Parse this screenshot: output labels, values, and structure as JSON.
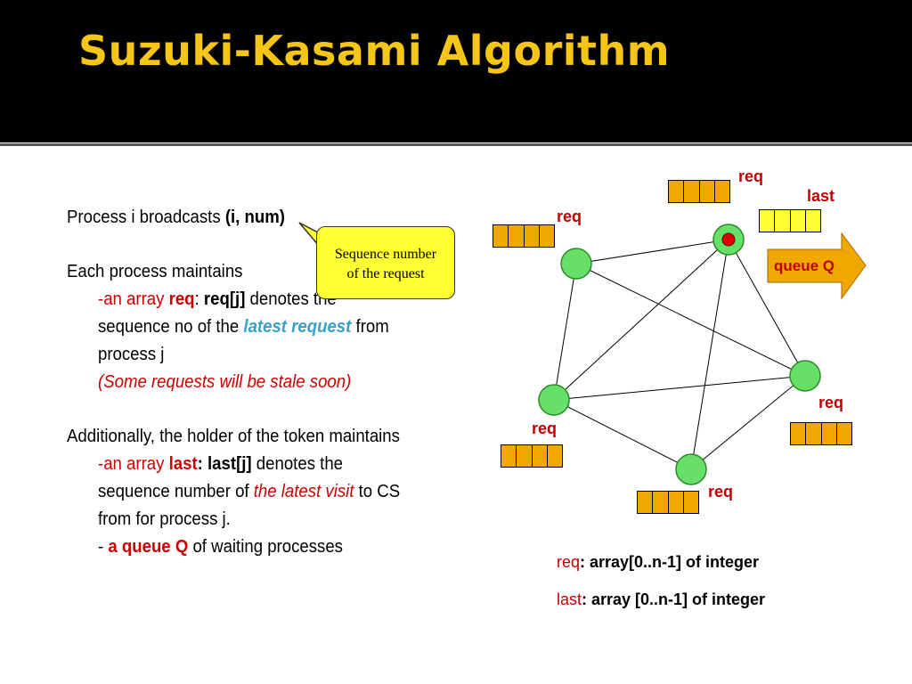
{
  "title": "Suzuki-Kasami Algorithm",
  "body": {
    "line1_a": "Process i broadcasts ",
    "line1_b": "(i, num)",
    "line2": "Each process maintains",
    "line3_a": "-an array ",
    "line3_b": "req",
    "line3_c": ": ",
    "line3_d": "req[j]",
    "line3_e": " denotes the",
    "line4_a": "sequence no of the ",
    "line4_b": "latest request",
    "line4_c": " from",
    "line5": "process j",
    "line6": "(Some requests will be stale soon)",
    "line7": "Additionally, the holder of the token maintains",
    "line8_a": "-an array ",
    "line8_b": "last",
    "line8_c": ": last[j]",
    "line8_d": " denotes the",
    "line9_a": "sequence number of ",
    "line9_b": "the latest visit",
    "line9_c": " to CS",
    "line10": "from for process j.",
    "line11_a": "- ",
    "line11_b": "a queue Q",
    "line11_c": " of waiting processes"
  },
  "callout": {
    "line1": "Sequence number",
    "line2": "of the request"
  },
  "diagram": {
    "req_label": "req",
    "last_label": "last",
    "queue_label": "queue Q"
  },
  "legend": {
    "req_key": "req",
    "req_desc": ": array[0..n-1] of integer",
    "last_key": "last",
    "last_desc": ": array [0..n-1] of integer"
  },
  "colors": {
    "title": "#f5c518",
    "node": "#66e066",
    "token": "#e00000",
    "array_req": "#f0a800",
    "array_last": "#ffff33",
    "queue_arrow": "#f0a800"
  }
}
